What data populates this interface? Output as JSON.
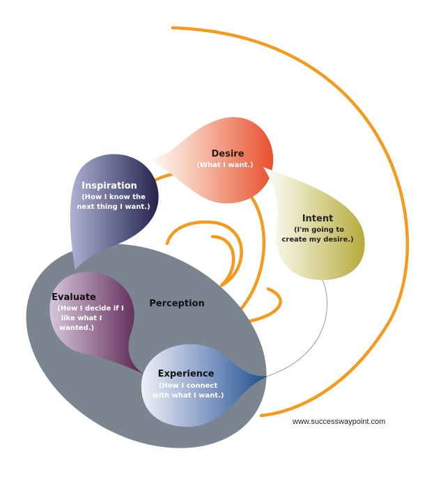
{
  "perception": {
    "label": "Perception"
  },
  "nodes": {
    "desire": {
      "title": "Desire",
      "subtitle": "(What I want.)"
    },
    "intent": {
      "title": "Intent",
      "subtitle_1": "(I'm going to",
      "subtitle_2": "create my desire.)"
    },
    "inspiration": {
      "title": "Inspiration",
      "subtitle_1": "(How I know the",
      "subtitle_2": "next thing I want.)"
    },
    "evaluate": {
      "title": "Evaluate",
      "subtitle_1": "(How I decide if I",
      "subtitle_2": "like what I",
      "subtitle_3": "wanted.)"
    },
    "experience": {
      "title": "Experience",
      "subtitle_1": "(How I connect",
      "subtitle_2": "with what I want.)"
    }
  },
  "footer": {
    "url": "www.successwaypoint.com"
  },
  "colors": {
    "spiral": "#f39a1f",
    "perception": "#7a8590",
    "desire": "#e8502e",
    "intent": "#b5ab3c",
    "inspiration": "#2d2d5c",
    "evaluate": "#5a2450",
    "experience": "#20508c"
  }
}
